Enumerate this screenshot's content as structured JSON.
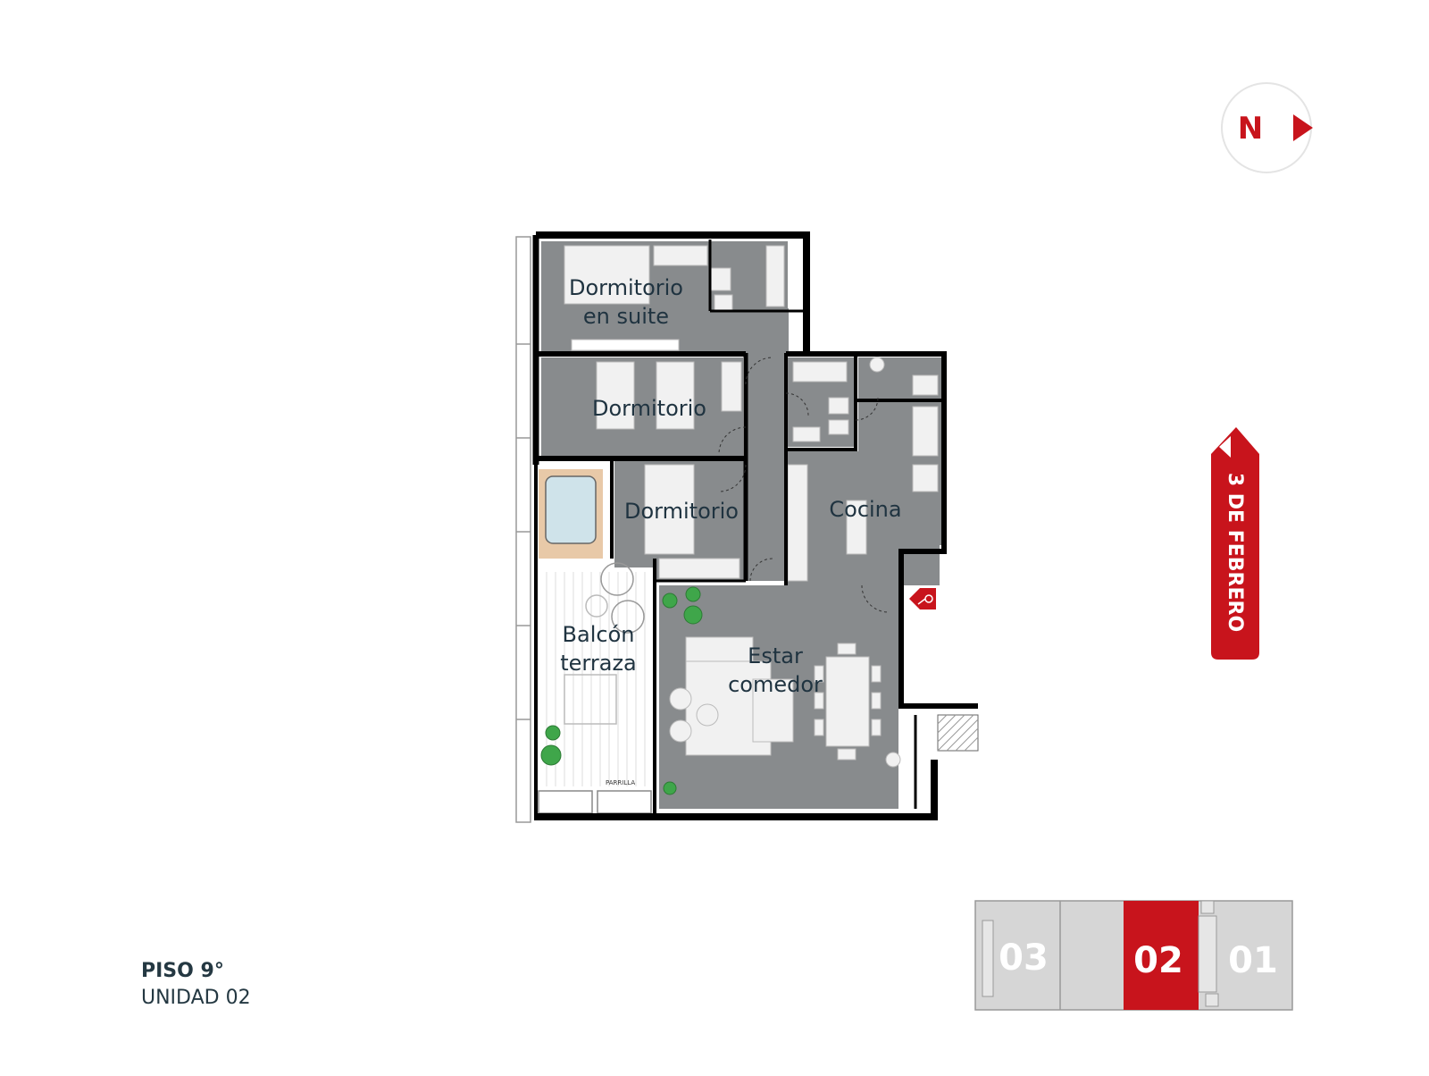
{
  "compass": {
    "letter": "N"
  },
  "street": {
    "label": "3 DE FEBRERO"
  },
  "rooms": [
    {
      "line1": "Dormitorio",
      "line2": "en suite"
    },
    {
      "line1": "Dormitorio",
      "line2": ""
    },
    {
      "line1": "Dormitorio",
      "line2": ""
    },
    {
      "line1": "Cocina",
      "line2": ""
    },
    {
      "line1": "Balcón",
      "line2": "terraza"
    },
    {
      "line1": "Estar",
      "line2": "comedor"
    }
  ],
  "parrilla_label": "PARRILLA",
  "key_plan": {
    "units": [
      "03",
      "02",
      "01"
    ],
    "selected": "02"
  },
  "info": {
    "floor": "PISO 9°",
    "unit": "UNIDAD 02"
  },
  "colors": {
    "accent": "#c8141c",
    "room_fill": "#888b8d",
    "wall": "#000000",
    "text": "#243842",
    "keyplan_gray": "#d6d6d6"
  }
}
